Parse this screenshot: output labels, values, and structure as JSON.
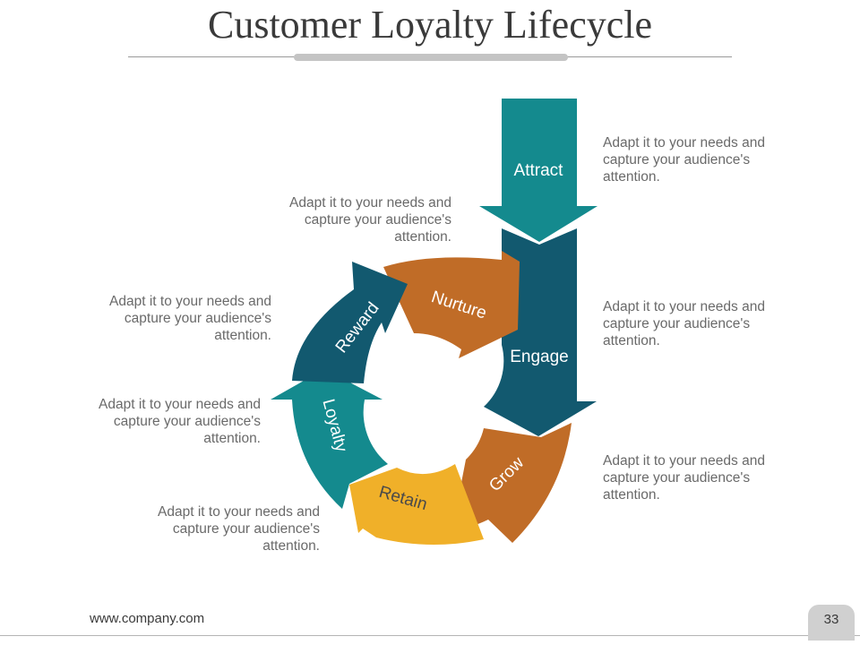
{
  "slide": {
    "title": "Customer Loyalty Lifecycle",
    "footer_url": "www.company.com",
    "page_number": "33"
  },
  "colors": {
    "attract": "#148a8e",
    "engage": "#12596f",
    "nurture": "#c06c27",
    "grow": "#c06c27",
    "retain": "#f0b029",
    "loyalty": "#148a8e",
    "reward": "#12596f"
  },
  "stages": {
    "attract": {
      "label": "Attract"
    },
    "engage": {
      "label": "Engage"
    },
    "grow": {
      "label": "Grow"
    },
    "retain": {
      "label": "Retain"
    },
    "loyalty": {
      "label": "Loyalty"
    },
    "reward": {
      "label": "Reward"
    },
    "nurture": {
      "label": "Nurture"
    }
  },
  "descriptions": {
    "attract": "Adapt it to your needs and capture your audience's attention.",
    "engage": "Adapt it to your needs and capture your audience's attention.",
    "grow": "Adapt it to your needs and capture your audience's attention.",
    "retain": "Adapt it to your needs and capture your audience's attention.",
    "loyalty": "Adapt it to your needs and capture your audience's attention.",
    "reward": "Adapt it to your needs and capture your audience's attention.",
    "nurture": "Adapt it to your needs and capture your audience's attention."
  }
}
